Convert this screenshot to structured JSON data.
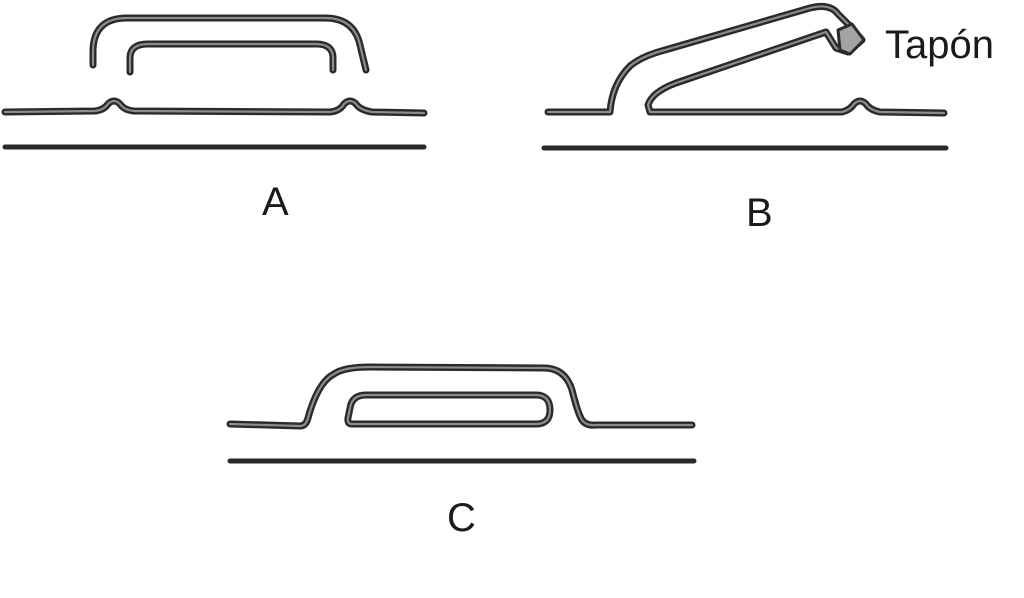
{
  "figures": {
    "a": {
      "label": "A"
    },
    "b": {
      "label": "B",
      "plug_label": "Tapón"
    },
    "c": {
      "label": "C"
    }
  },
  "colors": {
    "stroke": "#2a2a2a",
    "stroke_highlight": "#8c8c8c",
    "plug_fill": "#a3a3a3",
    "background": "#ffffff"
  }
}
